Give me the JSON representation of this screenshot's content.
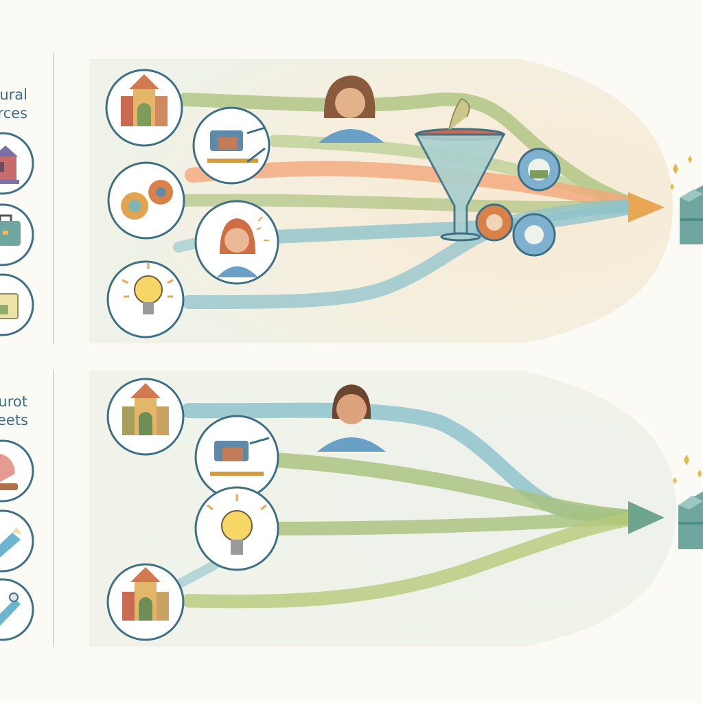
{
  "top_panel": {
    "side_label_line1": "ural",
    "side_label_line2": "rces",
    "side_icons": [
      "bank-icon",
      "briefcase-icon",
      "toolbox-icon"
    ],
    "source_icons": [
      "town-buildings-icon",
      "camera-tools-icon",
      "gears-icon",
      "person-woman-icon",
      "lightbulb-icon"
    ],
    "middle_icons": [
      "person-icon",
      "funnel-icon",
      "gear-icon",
      "gear-icon",
      "gear-icon"
    ],
    "output_icon": "cube-box-icon",
    "flow_colors": [
      "#a7c07a",
      "#f2a77a",
      "#8fc3cc",
      "#e8b15e"
    ]
  },
  "bottom_panel": {
    "side_label_line1": "urot",
    "side_label_line2": "eets",
    "side_icons": [
      "hand-icon",
      "pencil-icon",
      "tool-icon"
    ],
    "source_icons": [
      "town-buildings-icon",
      "camera-tools-icon",
      "lightbulb-icon",
      "town-buildings-icon"
    ],
    "middle_icons": [
      "person-icon"
    ],
    "output_icon": "cube-box-icon",
    "flow_colors": [
      "#8fc3cc",
      "#a7c07a",
      "#6ea58e"
    ]
  }
}
